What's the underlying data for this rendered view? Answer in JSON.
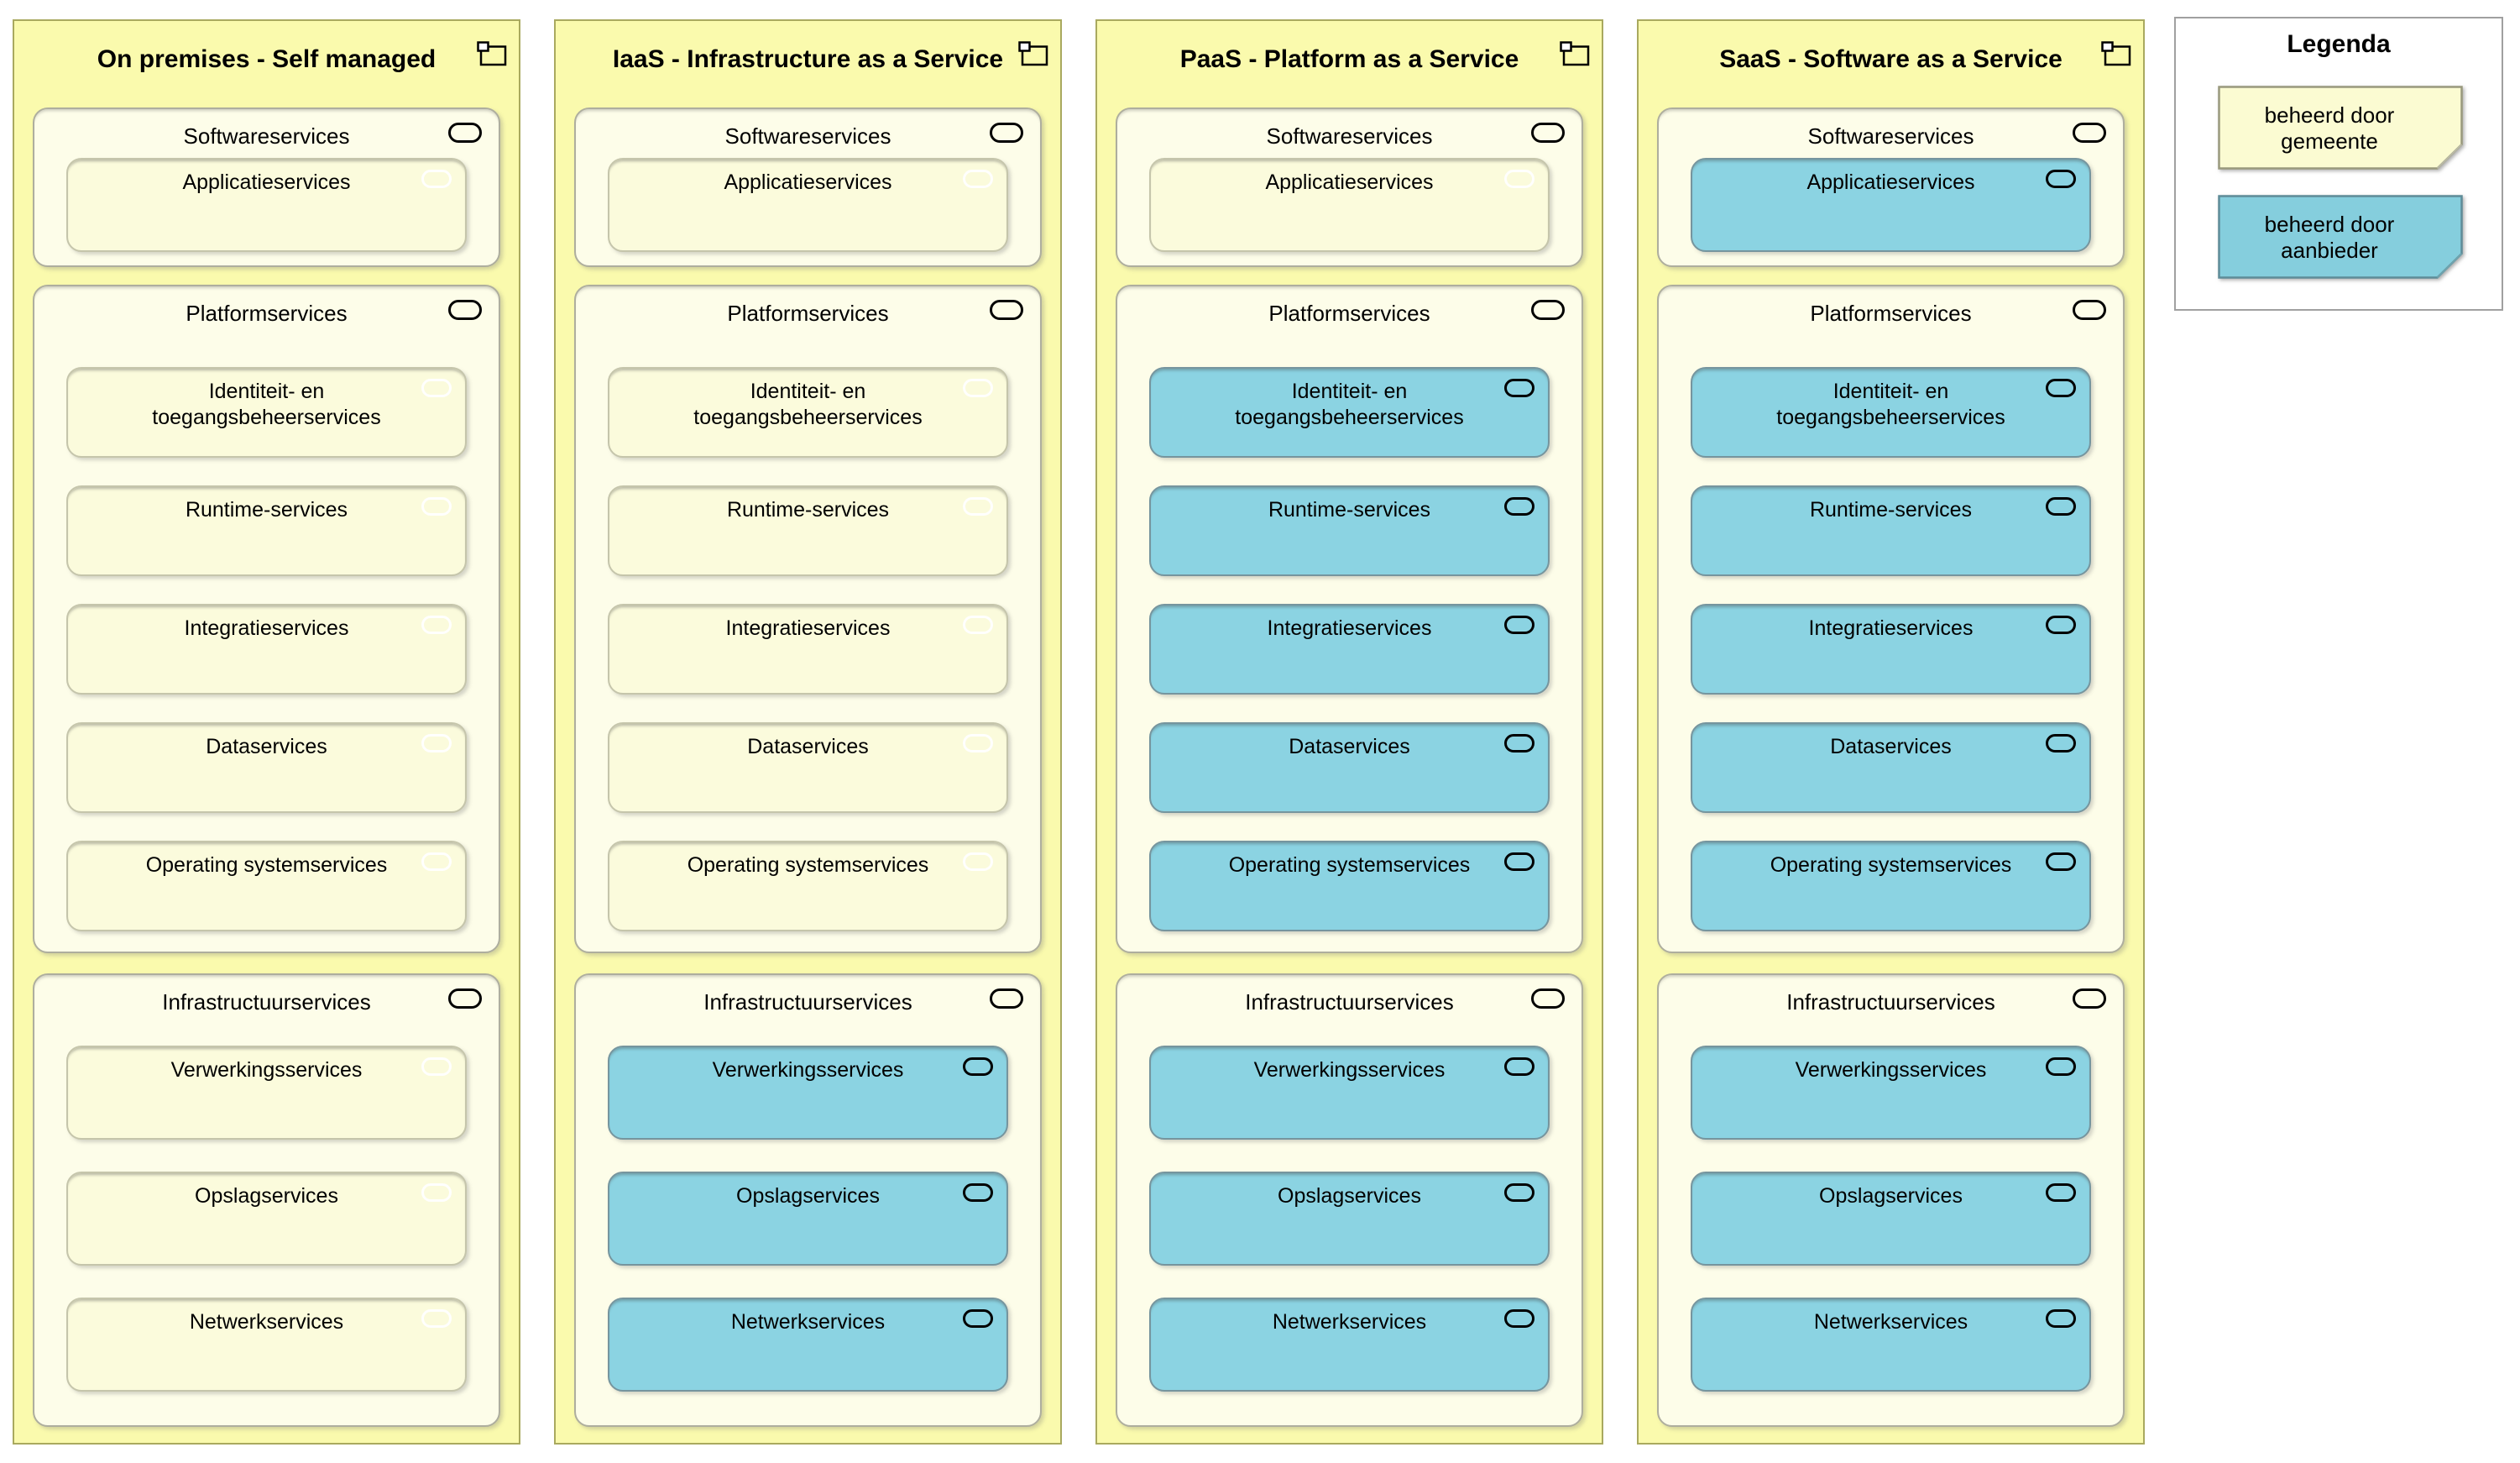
{
  "colors": {
    "column_fill": "#FAFAAD",
    "column_border": "#A9A95F",
    "group_fill": "#FDFDE9",
    "service_gemeente_fill": "#FBFBDC",
    "service_aanbieder_fill": "#8BD3E2",
    "legend_gemeente_fill": "#FBFBD2",
    "legend_aanbieder_fill": "#85CEDD",
    "text_color": "#000000"
  },
  "legend": {
    "title": "Legenda",
    "items": [
      {
        "label": "beheerd door gemeente",
        "managed_by": "gemeente"
      },
      {
        "label": "beheerd door aanbieder",
        "managed_by": "aanbieder"
      }
    ]
  },
  "columns": [
    {
      "title": "On premises - Self managed",
      "groups": [
        {
          "label": "Softwareservices",
          "items": [
            {
              "label": "Applicatieservices",
              "managed_by": "gemeente"
            }
          ]
        },
        {
          "label": "Platformservices",
          "items": [
            {
              "label": "Identiteit- en toegangsbeheerservices",
              "managed_by": "gemeente"
            },
            {
              "label": "Runtime-services",
              "managed_by": "gemeente"
            },
            {
              "label": "Integratieservices",
              "managed_by": "gemeente"
            },
            {
              "label": "Dataservices",
              "managed_by": "gemeente"
            },
            {
              "label": "Operating systemservices",
              "managed_by": "gemeente"
            }
          ]
        },
        {
          "label": "Infrastructuurservices",
          "items": [
            {
              "label": "Verwerkingsservices",
              "managed_by": "gemeente"
            },
            {
              "label": "Opslagservices",
              "managed_by": "gemeente"
            },
            {
              "label": "Netwerkservices",
              "managed_by": "gemeente"
            }
          ]
        }
      ]
    },
    {
      "title": "IaaS - Infrastructure as a Service",
      "groups": [
        {
          "label": "Softwareservices",
          "items": [
            {
              "label": "Applicatieservices",
              "managed_by": "gemeente"
            }
          ]
        },
        {
          "label": "Platformservices",
          "items": [
            {
              "label": "Identiteit- en toegangsbeheerservices",
              "managed_by": "gemeente"
            },
            {
              "label": "Runtime-services",
              "managed_by": "gemeente"
            },
            {
              "label": "Integratieservices",
              "managed_by": "gemeente"
            },
            {
              "label": "Dataservices",
              "managed_by": "gemeente"
            },
            {
              "label": "Operating systemservices",
              "managed_by": "gemeente"
            }
          ]
        },
        {
          "label": "Infrastructuurservices",
          "items": [
            {
              "label": "Verwerkingsservices",
              "managed_by": "aanbieder"
            },
            {
              "label": "Opslagservices",
              "managed_by": "aanbieder"
            },
            {
              "label": "Netwerkservices",
              "managed_by": "aanbieder"
            }
          ]
        }
      ]
    },
    {
      "title": "PaaS - Platform as a Service",
      "groups": [
        {
          "label": "Softwareservices",
          "items": [
            {
              "label": "Applicatieservices",
              "managed_by": "gemeente"
            }
          ]
        },
        {
          "label": "Platformservices",
          "items": [
            {
              "label": "Identiteit- en toegangsbeheerservices",
              "managed_by": "aanbieder"
            },
            {
              "label": "Runtime-services",
              "managed_by": "aanbieder"
            },
            {
              "label": "Integratieservices",
              "managed_by": "aanbieder"
            },
            {
              "label": "Dataservices",
              "managed_by": "aanbieder"
            },
            {
              "label": "Operating systemservices",
              "managed_by": "aanbieder"
            }
          ]
        },
        {
          "label": "Infrastructuurservices",
          "items": [
            {
              "label": "Verwerkingsservices",
              "managed_by": "aanbieder"
            },
            {
              "label": "Opslagservices",
              "managed_by": "aanbieder"
            },
            {
              "label": "Netwerkservices",
              "managed_by": "aanbieder"
            }
          ]
        }
      ]
    },
    {
      "title": "SaaS - Software as a Service",
      "groups": [
        {
          "label": "Softwareservices",
          "items": [
            {
              "label": "Applicatieservices",
              "managed_by": "aanbieder"
            }
          ]
        },
        {
          "label": "Platformservices",
          "items": [
            {
              "label": "Identiteit- en toegangsbeheerservices",
              "managed_by": "aanbieder"
            },
            {
              "label": "Runtime-services",
              "managed_by": "aanbieder"
            },
            {
              "label": "Integratieservices",
              "managed_by": "aanbieder"
            },
            {
              "label": "Dataservices",
              "managed_by": "aanbieder"
            },
            {
              "label": "Operating systemservices",
              "managed_by": "aanbieder"
            }
          ]
        },
        {
          "label": "Infrastructuurservices",
          "items": [
            {
              "label": "Verwerkingsservices",
              "managed_by": "aanbieder"
            },
            {
              "label": "Opslagservices",
              "managed_by": "aanbieder"
            },
            {
              "label": "Netwerkservices",
              "managed_by": "aanbieder"
            }
          ]
        }
      ]
    }
  ]
}
